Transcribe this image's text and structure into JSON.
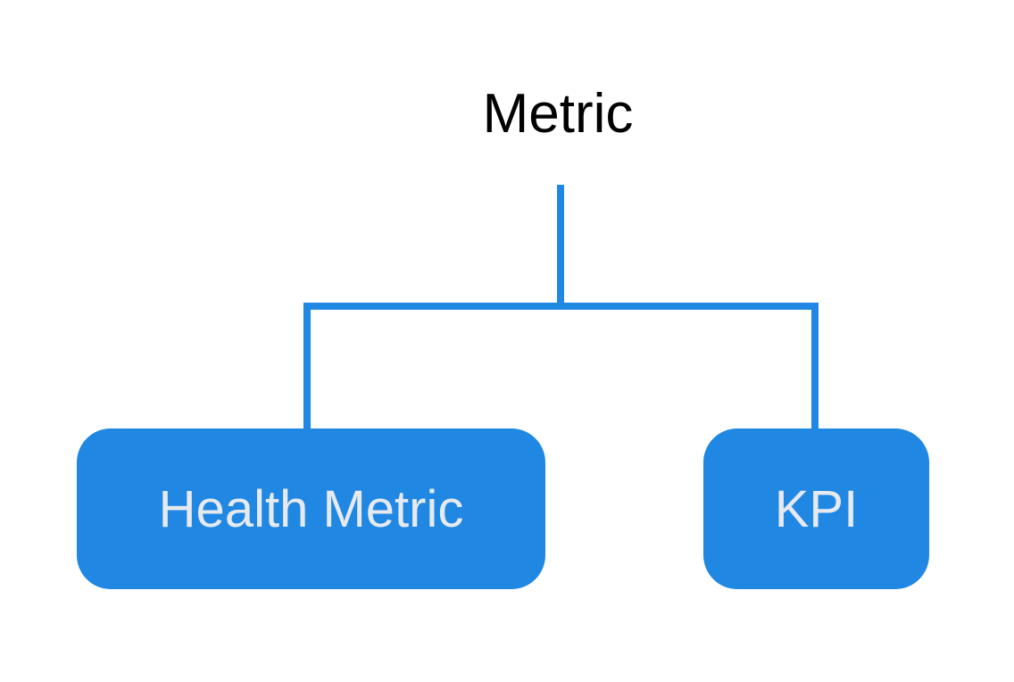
{
  "diagram": {
    "root": {
      "label": "Metric"
    },
    "children": [
      {
        "id": "health",
        "label": "Health Metric"
      },
      {
        "id": "kpi",
        "label": "KPI"
      }
    ]
  },
  "colors": {
    "connector": "#2088e2",
    "node_fill": "#2088e2",
    "node_text": "#e6eaef",
    "root_text": "#000000"
  }
}
